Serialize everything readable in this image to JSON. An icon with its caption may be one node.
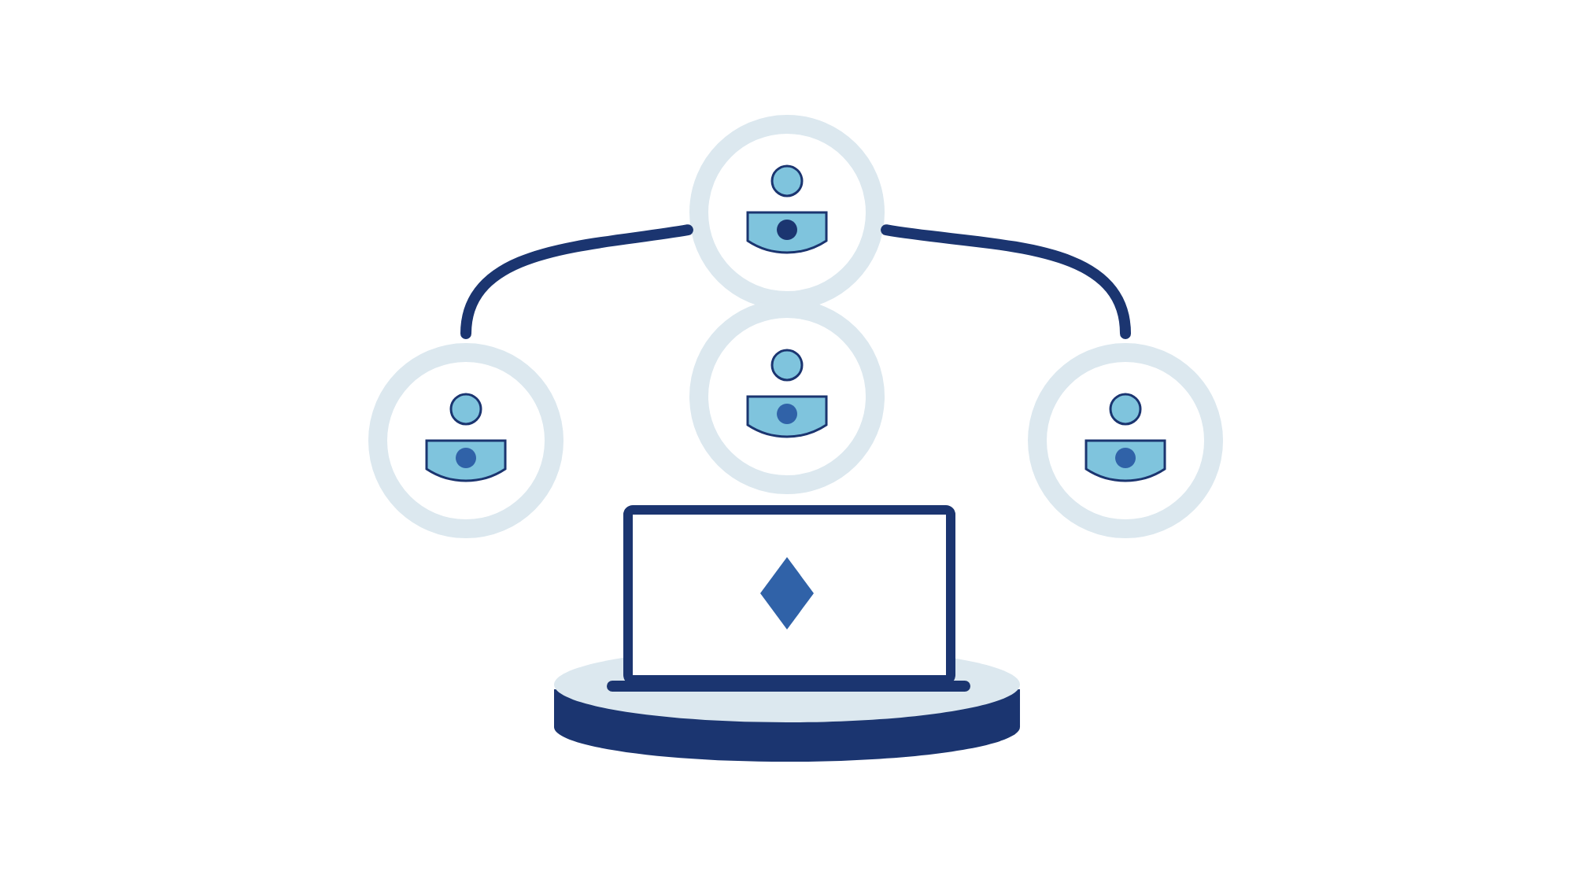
{
  "diagram": {
    "nodes": [
      {
        "text": [],
        "shape": "circle"
      },
      {
        "text": [],
        "shape": "circle"
      },
      {
        "text": [],
        "shape": "circle"
      },
      {
        "text": [],
        "shape": "circle"
      },
      {
        "text": [],
        "shape": "picture"
      }
    ],
    "edges": [
      {
        "from": 0,
        "to": 1,
        "arrow": "none"
      },
      {
        "from": 0,
        "to": 3,
        "arrow": "none"
      }
    ]
  }
}
